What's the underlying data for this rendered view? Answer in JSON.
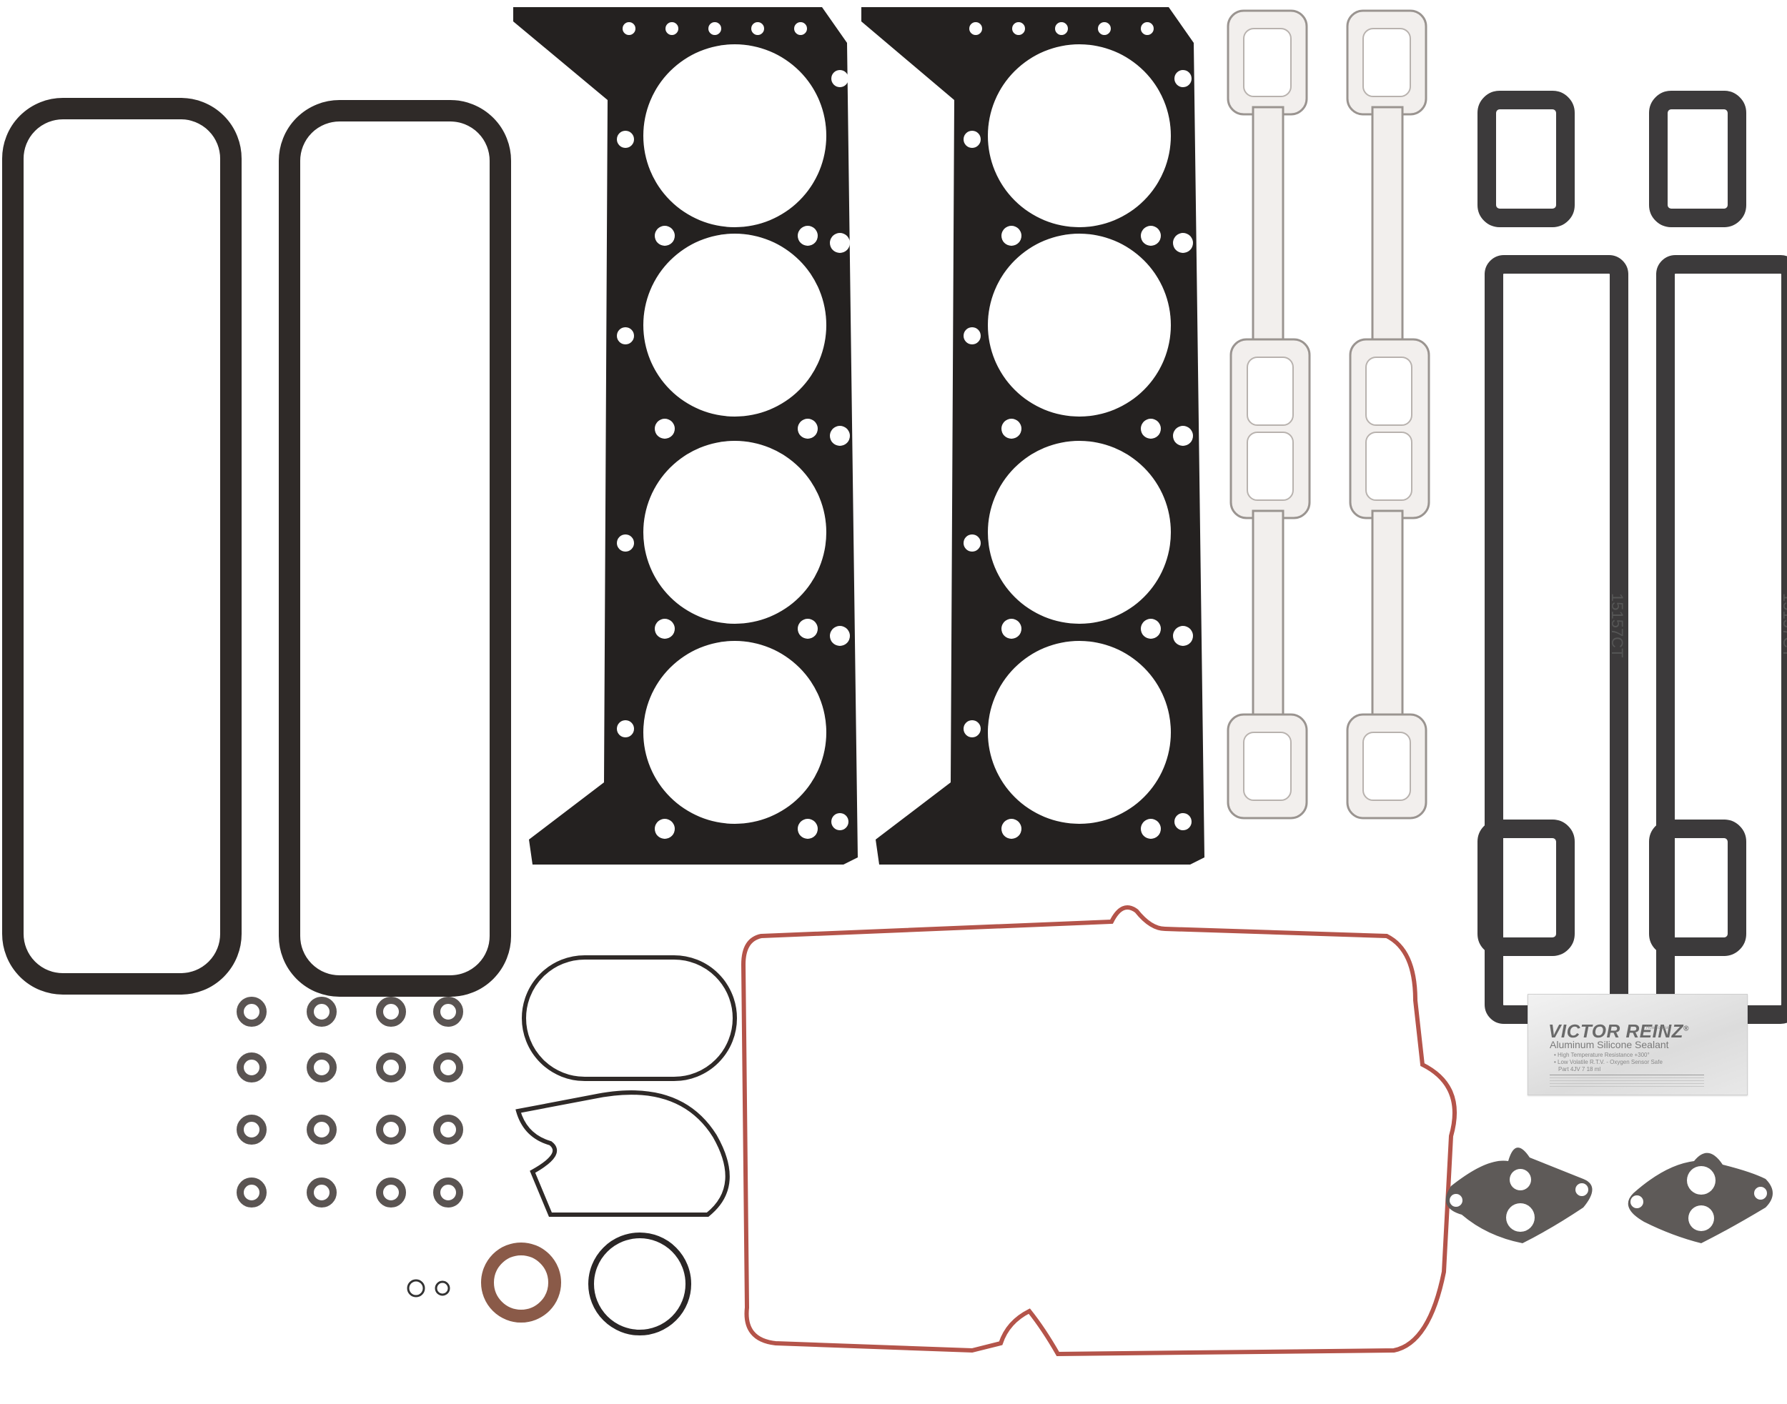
{
  "scene": {
    "description": "Engine head gasket set laid out on white background",
    "background_color": "#ffffff"
  },
  "colors": {
    "rubber_black": "#2f2a28",
    "head_gasket_black": "#242120",
    "mls_steel_fill": "#f2efed",
    "mls_steel_edge": "#9a9490",
    "intake_gray": "#3c3a3b",
    "red_gasket": "#b4544a",
    "brown_seal": "#8a5a48",
    "fiber_gray": "#5e5a58"
  },
  "items": [
    {
      "name": "Valve cover gasket",
      "count": 2,
      "color": "black rubber"
    },
    {
      "name": "Cylinder head gasket",
      "count": 2,
      "color": "black"
    },
    {
      "name": "Exhaust manifold gasket",
      "count": 2,
      "color": "silver/white"
    },
    {
      "name": "Intake manifold gasket",
      "count": 2,
      "color": "dark gray",
      "marking": "15157CT"
    },
    {
      "name": "Valve stem seal",
      "count": 16,
      "layout": "4x4 grid"
    },
    {
      "name": "Thermostat/water neck gasket",
      "count": 1
    },
    {
      "name": "Distributor/timing cover gasket",
      "count": 1
    },
    {
      "name": "Oil pan gasket",
      "count": 1,
      "color": "red"
    },
    {
      "name": "Small O-ring",
      "count": 2
    },
    {
      "name": "Brown crank seal",
      "count": 1
    },
    {
      "name": "Black O-ring",
      "count": 1
    },
    {
      "name": "EGR gasket",
      "count": 2,
      "color": "gray fiber"
    },
    {
      "name": "Sealant packet",
      "count": 1
    }
  ],
  "packet": {
    "brand": "VICTOR REINZ",
    "registered": "®",
    "product": "Aluminum Silicone Sealant",
    "features": [
      "• High Temperature Resistance +300°",
      "• Low Volatile R.T.V. - Oxygen Sensor Safe"
    ],
    "part": "Part 4JV 7     18 ml",
    "howto": "How To Use:"
  }
}
